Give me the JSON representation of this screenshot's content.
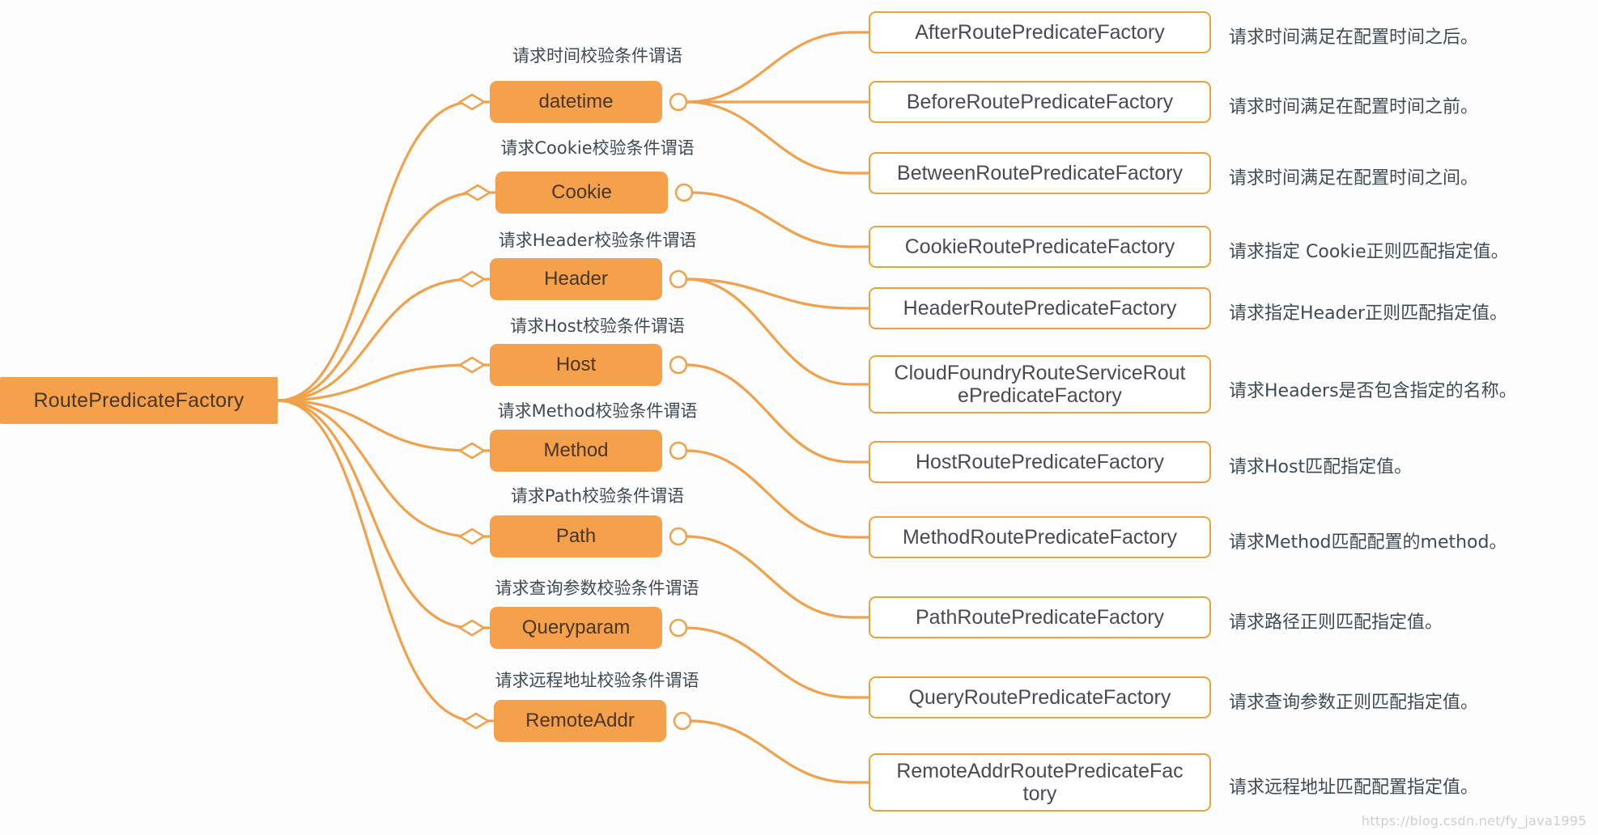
{
  "colors": {
    "node_fill": "#F5A04A",
    "box_border": "#E8A33D",
    "wire": "#EFA14B",
    "text_dark": "#4a3520",
    "label_text": "#3f4a55",
    "background": "#fdfdfd"
  },
  "root": {
    "label": "RoutePredicateFactory"
  },
  "branches": [
    {
      "label": "datetime",
      "annotation": "请求时间校验条件谓语"
    },
    {
      "label": "Cookie",
      "annotation": "请求Cookie校验条件谓语"
    },
    {
      "label": "Header",
      "annotation": "请求Header校验条件谓语"
    },
    {
      "label": "Host",
      "annotation": "请求Host校验条件谓语"
    },
    {
      "label": "Method",
      "annotation": "请求Method校验条件谓语"
    },
    {
      "label": "Path",
      "annotation": "请求Path校验条件谓语"
    },
    {
      "label": "Queryparam",
      "annotation": "请求查询参数校验条件谓语"
    },
    {
      "label": "RemoteAddr",
      "annotation": "请求远程地址校验条件谓语"
    }
  ],
  "factories": [
    {
      "name": "AfterRoutePredicateFactory",
      "description": "请求时间满足在配置时间之后。"
    },
    {
      "name": "BeforeRoutePredicateFactory",
      "description": "请求时间满足在配置时间之前。"
    },
    {
      "name": "BetweenRoutePredicateFactory",
      "description": "请求时间满足在配置时间之间。"
    },
    {
      "name": "CookieRoutePredicateFactory",
      "description": "请求指定 Cookie正则匹配指定值。"
    },
    {
      "name": "HeaderRoutePredicateFactory",
      "description": "请求指定Header正则匹配指定值。"
    },
    {
      "name": "CloudFoundryRouteServiceRoutePredicateFactory",
      "name_line1": "CloudFoundryRouteServiceRout",
      "name_line2": "ePredicateFactory",
      "description": "请求Headers是否包含指定的名称。"
    },
    {
      "name": "HostRoutePredicateFactory",
      "description": "请求Host匹配指定值。"
    },
    {
      "name": "MethodRoutePredicateFactory",
      "description": "请求Method匹配配置的method。"
    },
    {
      "name": "PathRoutePredicateFactory",
      "description": "请求路径正则匹配指定值。"
    },
    {
      "name": "QueryRoutePredicateFactory",
      "description": "请求查询参数正则匹配指定值。"
    },
    {
      "name": "RemoteAddrRoutePredicateFactory",
      "name_line1": "RemoteAddrRoutePredicateFac",
      "name_line2": "tory",
      "description": "请求远程地址匹配配置指定值。"
    }
  ],
  "watermark": "https://blog.csdn.net/fy_java1995"
}
